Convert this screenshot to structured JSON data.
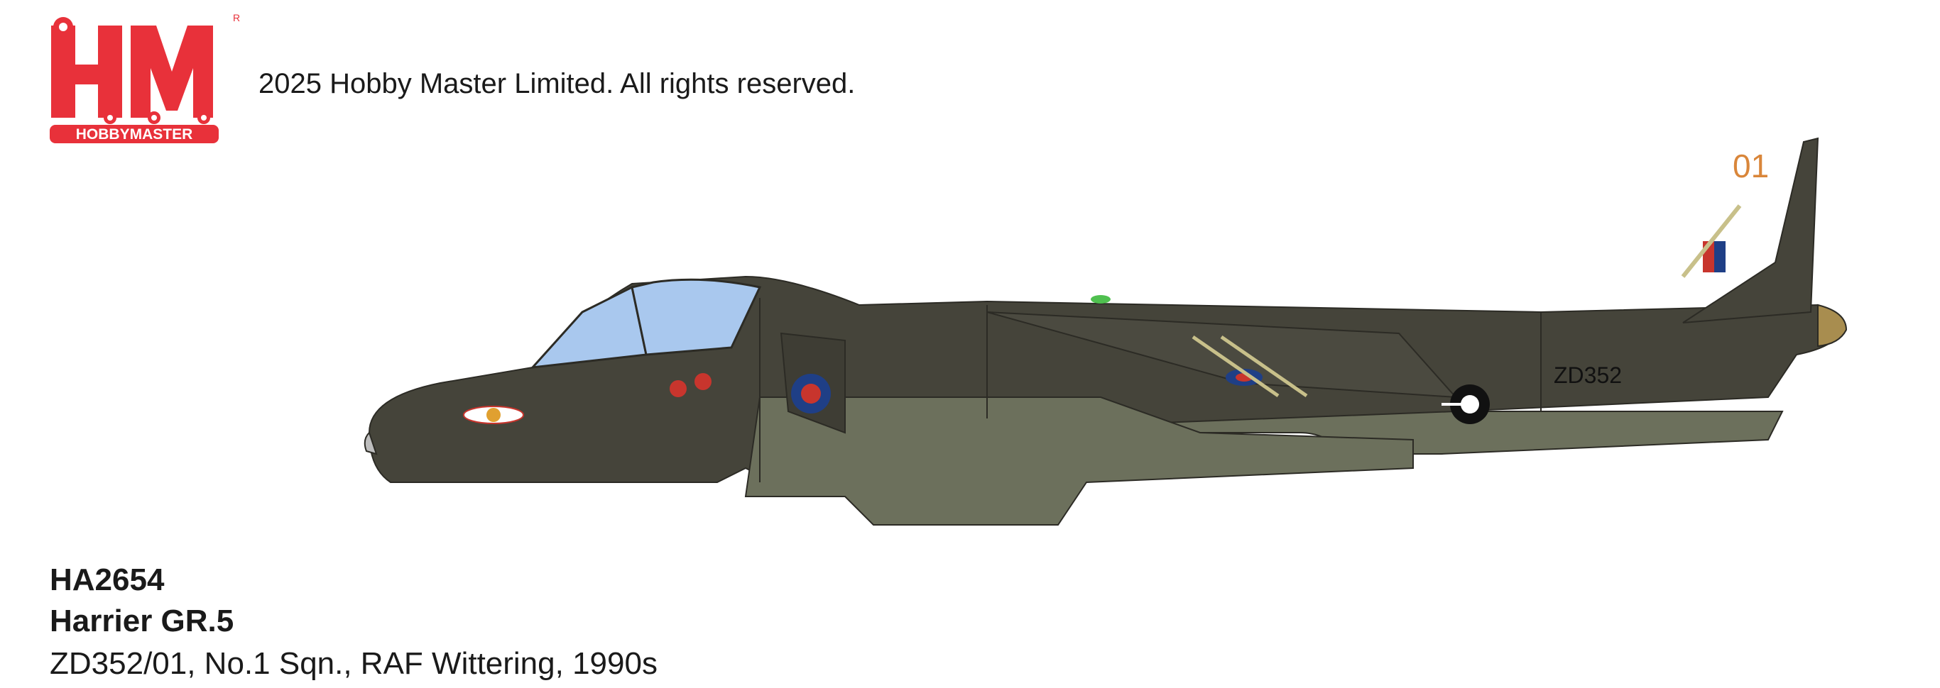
{
  "brand": {
    "logo_mark": "HM",
    "logo_wordmark": "HOBBYMASTER",
    "registered_mark": "R"
  },
  "copyright": "2025 Hobby Master Limited. All rights reserved.",
  "aircraft": {
    "tail_code": "01",
    "serial": "ZD352"
  },
  "product": {
    "model_number": "HA2654",
    "name": "Harrier GR.5",
    "description": "ZD352/01, No.1 Sqn., RAF Wittering, 1990s"
  },
  "colors": {
    "brand_red": "#e8313a",
    "camo_dark": "#45443a",
    "camo_light": "#6c705c",
    "canopy": "#a9c8ee",
    "roundel_blue": "#1f3f86",
    "roundel_red": "#c8352d",
    "tail_code": "#d9863a"
  }
}
